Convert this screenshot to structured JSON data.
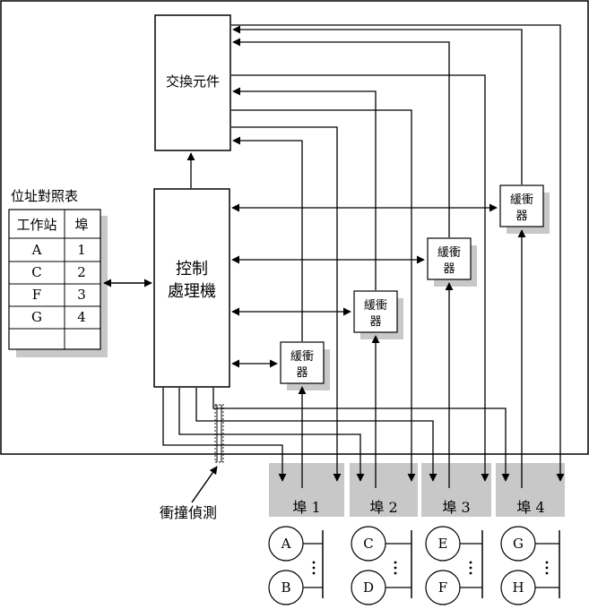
{
  "switch": {
    "label": "交換元件"
  },
  "controller": {
    "line1": "控制",
    "line2": "處理機"
  },
  "table": {
    "title": "位址對照表",
    "headers": [
      "工作站",
      "埠"
    ],
    "rows": [
      [
        "A",
        "1"
      ],
      [
        "C",
        "2"
      ],
      [
        "F",
        "3"
      ],
      [
        "G",
        "4"
      ],
      [
        "",
        ""
      ]
    ]
  },
  "buffers": [
    {
      "line1": "緩衝",
      "line2": "器"
    },
    {
      "line1": "緩衝",
      "line2": "器"
    },
    {
      "line1": "緩衝",
      "line2": "器"
    },
    {
      "line1": "緩衝",
      "line2": "器"
    }
  ],
  "ports": [
    "埠 1",
    "埠 2",
    "埠 3",
    "埠 4"
  ],
  "collision": {
    "label": "衝撞偵測"
  },
  "stations": [
    {
      "top": "A",
      "bottom": "B"
    },
    {
      "top": "C",
      "bottom": "D"
    },
    {
      "top": "E",
      "bottom": "F"
    },
    {
      "top": "G",
      "bottom": "H"
    }
  ],
  "colors": {
    "line": "#000000",
    "shadow": "#c8c8c8",
    "port_fill": "#c8c8c8"
  }
}
